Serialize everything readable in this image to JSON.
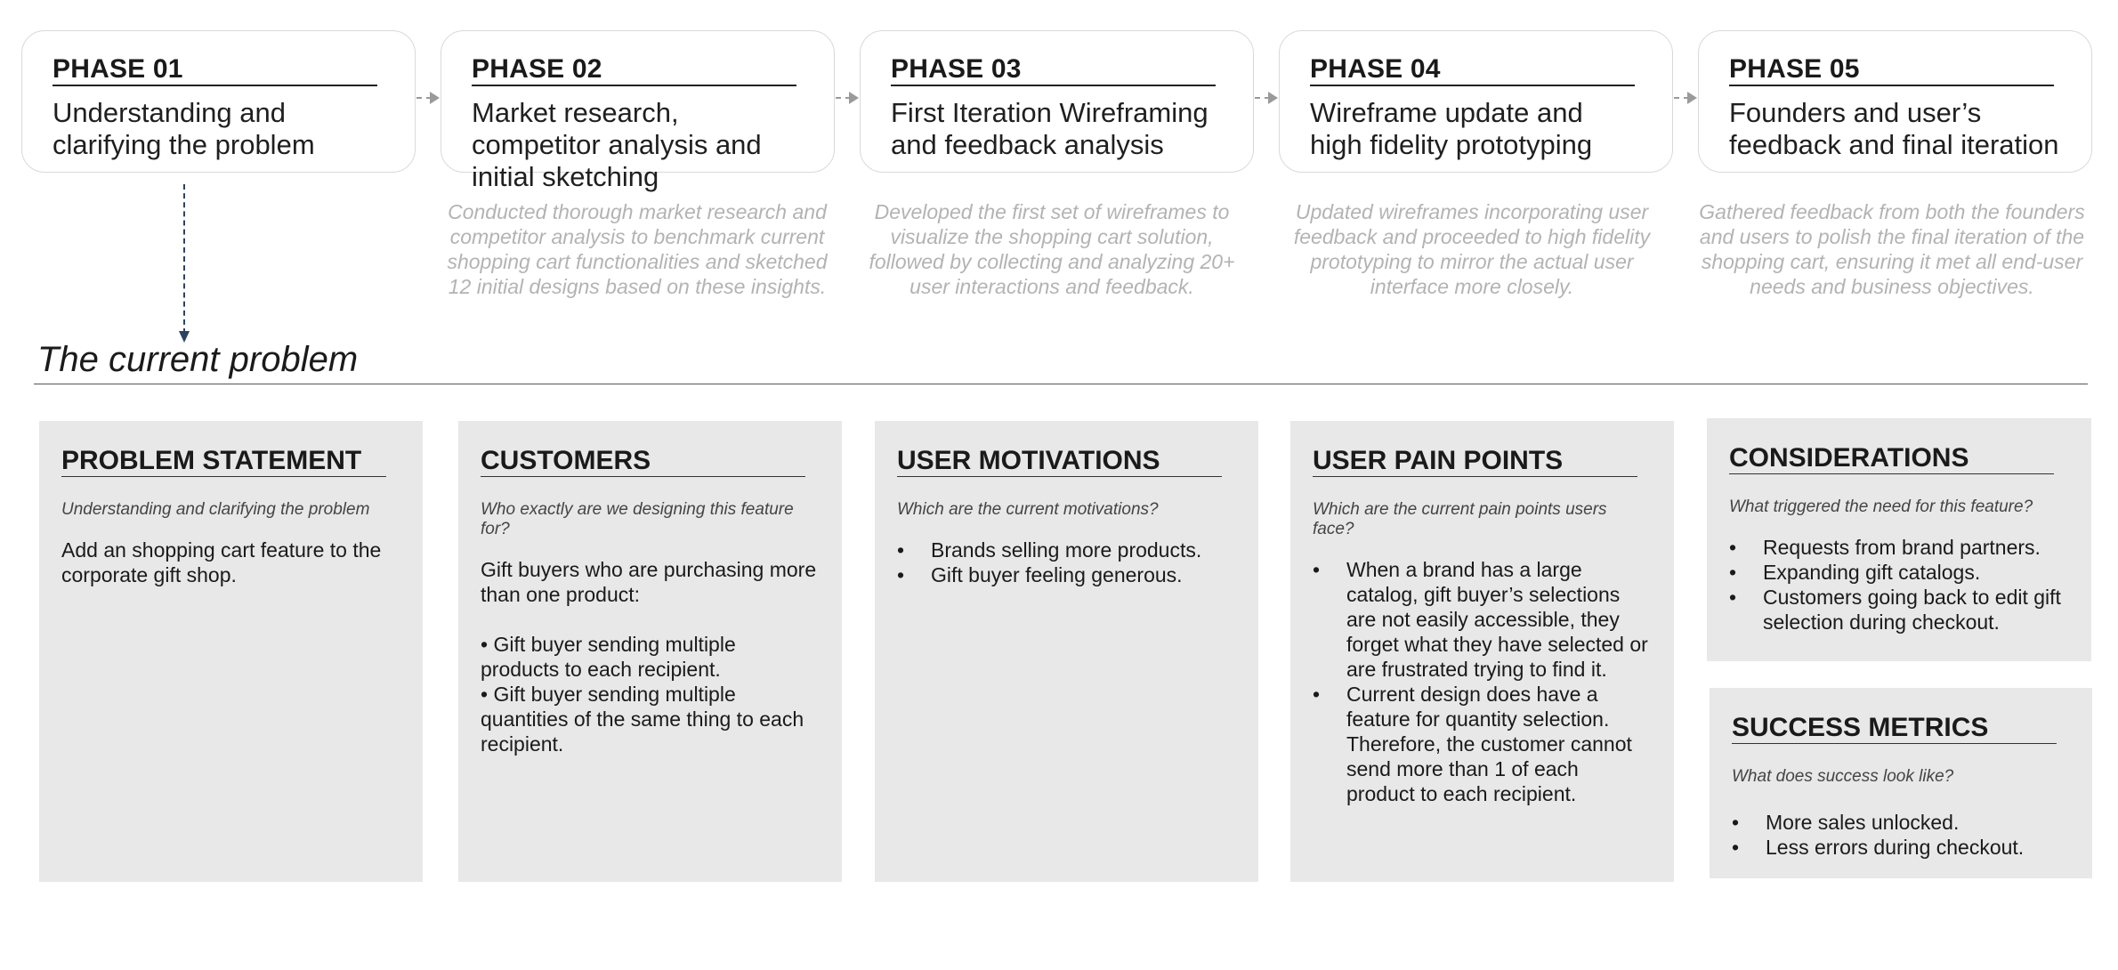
{
  "phases": [
    {
      "title": "PHASE 01",
      "desc": "Understanding and clarifying the problem",
      "note": ""
    },
    {
      "title": "PHASE 02",
      "desc": "Market research, competitor analysis and initial sketching",
      "note": "Conducted thorough market research and competitor analysis to benchmark current shopping cart functionalities and sketched 12 initial designs based on these insights."
    },
    {
      "title": "PHASE 03",
      "desc": "First Iteration Wireframing and feedback analysis",
      "note": "Developed the first set of wireframes to visualize the shopping cart solution, followed by collecting and analyzing 20+ user interactions and feedback."
    },
    {
      "title": "PHASE 04",
      "desc": "Wireframe update and high fidelity prototyping",
      "note": "Updated wireframes incorporating user feedback and proceeded to high fidelity prototyping to mirror the actual user interface more closely."
    },
    {
      "title": "PHASE 05",
      "desc": "Founders and user’s feedback and final iteration",
      "note": "Gathered feedback from both the founders and users to polish the final iteration of the shopping cart, ensuring it met all end-user needs and business objectives."
    }
  ],
  "section": {
    "title": "The current problem"
  },
  "cards": {
    "problem": {
      "title": "PROBLEM STATEMENT",
      "subtitle": "Understanding and clarifying the problem",
      "body": "Add an shopping cart feature to the corporate gift shop."
    },
    "customers": {
      "title": "CUSTOMERS",
      "subtitle": "Who exactly are we designing this feature for?",
      "body": "Gift buyers who are purchasing more than one product:\n\n• Gift buyer sending multiple products to each recipient.\n• Gift buyer sending multiple quantities of the same thing to each recipient."
    },
    "motivations": {
      "title": "USER MOTIVATIONS",
      "subtitle": "Which are the current motivations?",
      "bullets": [
        "Brands selling more products.",
        "Gift buyer feeling generous."
      ]
    },
    "pain_points": {
      "title": "USER PAIN POINTS",
      "subtitle": "Which are the current pain points users face?",
      "bullets": [
        "When a brand has a large catalog, gift buyer’s selections are not easily accessible, they forget what they have selected or are frustrated trying to find it.",
        "Current design does have a feature for quantity selection. Therefore, the customer cannot send more than 1 of each product to each recipient."
      ]
    },
    "considerations": {
      "title": "CONSIDERATIONS",
      "subtitle": "What triggered the need for this feature?",
      "bullets": [
        "Requests from brand partners.",
        "Expanding gift catalogs.",
        "Customers going back to edit gift selection during checkout."
      ]
    },
    "success": {
      "title": "SUCCESS METRICS",
      "subtitle": "What does success look like?",
      "bullets": [
        "More sales unlocked.",
        "Less errors during checkout."
      ]
    }
  }
}
